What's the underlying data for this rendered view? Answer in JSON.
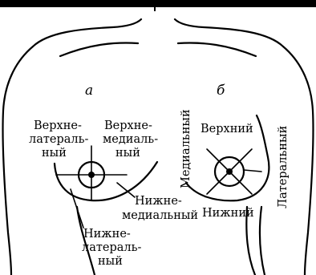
{
  "labels": {
    "panel_a": "а",
    "panel_b": "б",
    "a_upper_lateral": [
      "Верхне-",
      "латераль-",
      "ный"
    ],
    "a_upper_medial": [
      "Верхне-",
      "медиаль-",
      "ный"
    ],
    "a_lower_medial": [
      "Нижне-",
      "медиальный"
    ],
    "a_lower_lateral": [
      "Нижне-",
      "латераль-",
      "ный"
    ],
    "b_upper": "Верхний",
    "b_lower": "Нижний",
    "b_medial": "Медиальный",
    "b_lateral": "Латеральный"
  }
}
